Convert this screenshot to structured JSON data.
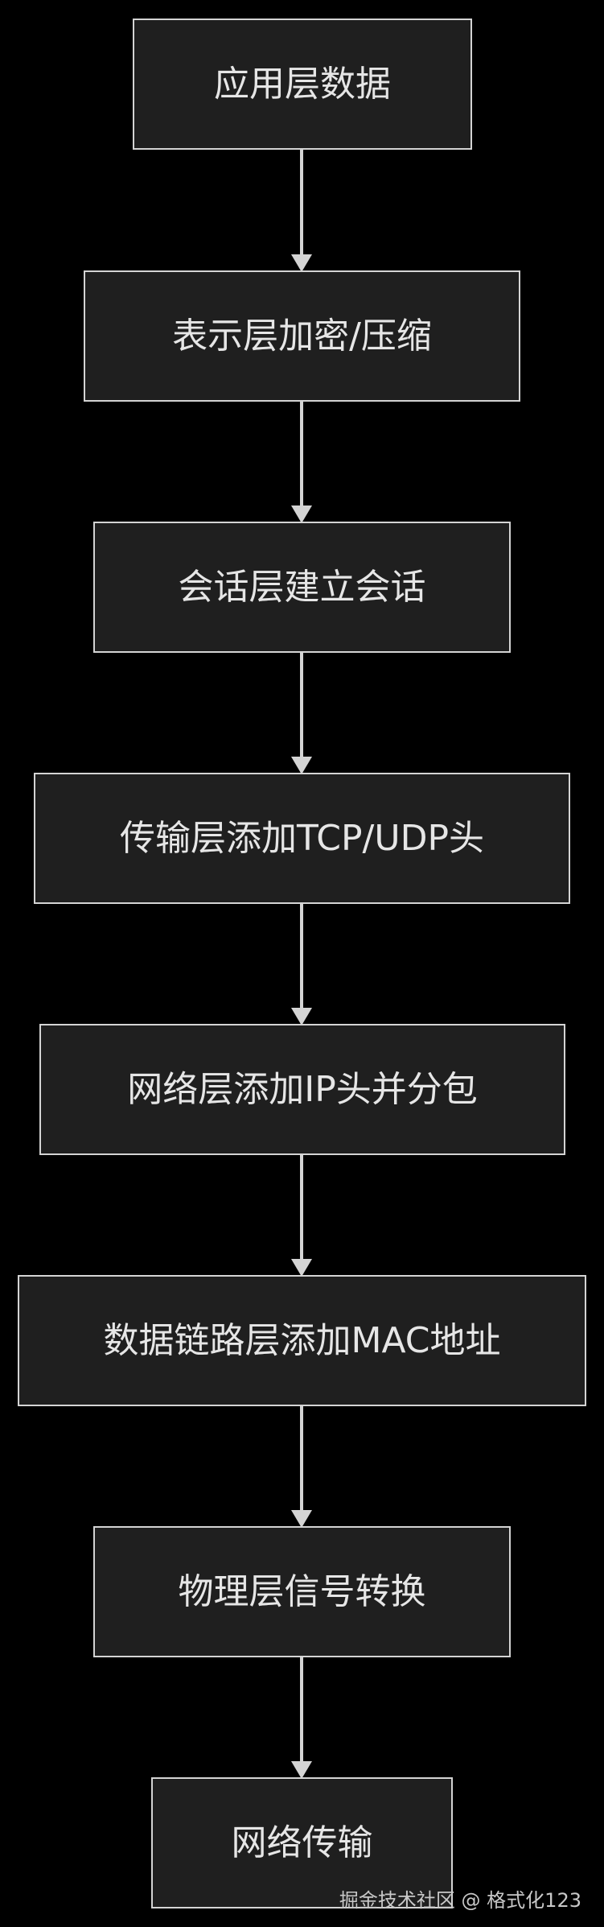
{
  "nodes": [
    "应用层数据",
    "表示层加密/压缩",
    "会话层建立会话",
    "传输层添加TCP/UDP头",
    "网络层添加IP头并分包",
    "数据链路层添加MAC地址",
    "物理层信号转换",
    "网络传输"
  ],
  "watermark": "掘金技术社区 @ 格式化123"
}
